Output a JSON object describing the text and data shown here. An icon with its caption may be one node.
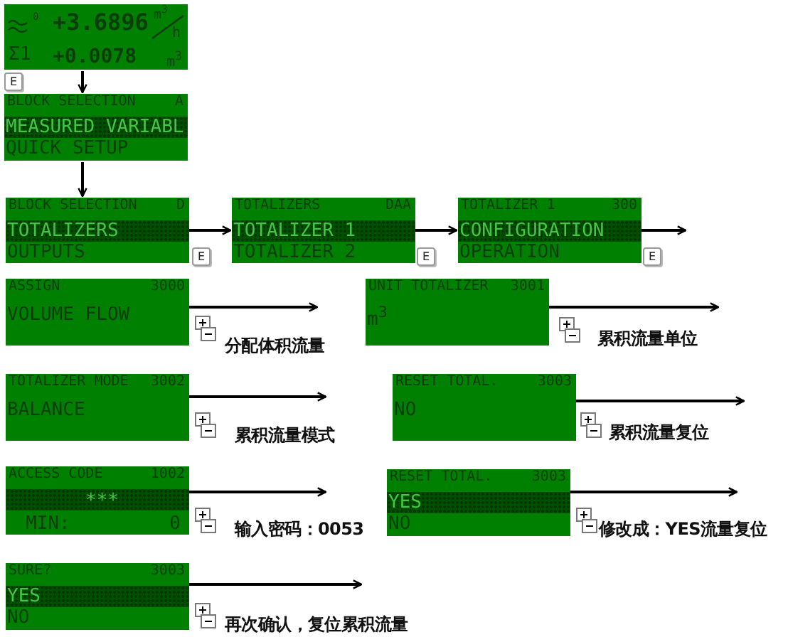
{
  "diagram": {
    "nodes": [
      {
        "text": [
          "0",
          "+3.6896",
          "m$^{3}$",
          "h",
          "Σ1",
          "+0.0078",
          "m$^{3}$"
        ]
      },
      {
        "text": [
          "BLOCK SELECTION",
          "A",
          "MEASURED VARIABL",
          "QUICK SETUP"
        ]
      },
      {
        "text": [
          "BLOCK SELECTION",
          "D",
          "TOTALIZERS",
          "OUTPUTS"
        ]
      },
      {
        "text": [
          "TOTALIZERS",
          "DAA",
          "TOTALIZER 1",
          "TOTALIZER 2"
        ]
      },
      {
        "text": [
          "TOTALIZER 1",
          "300",
          "CONFIGURATION",
          "OPERATION"
        ]
      },
      {
        "text": [
          "ASSIGN",
          "3000",
          "VOLUME FLOW"
        ]
      },
      {
        "text": [
          "UNIT TOTALIZER",
          "3001",
          "m$^{3}$"
        ]
      },
      {
        "text": [
          "TOTALIZER MODE",
          "3002",
          "BALANCE"
        ]
      },
      {
        "text": [
          "RESET TOTAL.",
          "3003",
          "NO"
        ]
      },
      {
        "text": [
          "ACCESS CODE",
          "1002",
          "***",
          "MIN:",
          "0"
        ]
      },
      {
        "text": [
          "RESET TOTAL.",
          "3003",
          "YES",
          "NO"
        ]
      },
      {
        "text": [
          "SURE?",
          "3003",
          "YES",
          "NO"
        ]
      }
    ],
    "edges": [
      {
        "from": 0,
        "to": 1,
        "arrow": "to"
      },
      {
        "from": 1,
        "to": 2,
        "arrow": "to"
      },
      {
        "from": 2,
        "to": 3,
        "arrow": "to"
      },
      {
        "from": 3,
        "to": 4,
        "arrow": "to"
      },
      {
        "from": 4,
        "to": null,
        "arrow": "to"
      },
      {
        "from": 5,
        "to": null,
        "arrow": "to"
      },
      {
        "from": 6,
        "to": null,
        "arrow": "to"
      },
      {
        "from": 7,
        "to": null,
        "arrow": "to"
      },
      {
        "from": 8,
        "to": null,
        "arrow": "to"
      },
      {
        "from": 9,
        "to": null,
        "arrow": "to"
      },
      {
        "from": 10,
        "to": null,
        "arrow": "to"
      },
      {
        "from": 11,
        "to": null,
        "arrow": "to"
      }
    ],
    "labels": [
      "E",
      "E",
      "E",
      "E",
      "分配体积流量",
      "累积流量单位",
      "累积流量模式",
      "累积流量复位",
      "输入密码：0053",
      "修改成：YES流量复位",
      "再次确认，复位累积流量"
    ]
  }
}
